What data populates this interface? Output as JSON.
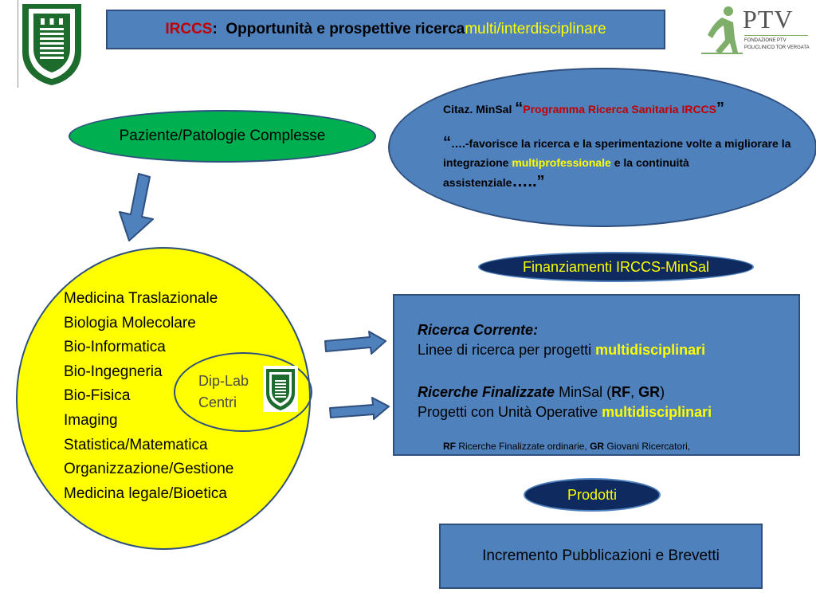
{
  "title": {
    "prefix": "IRCCS",
    "colon": ":",
    "main": "Opportunità e prospettive ricerca ",
    "highlight": "multi/interdisciplinare"
  },
  "logos": {
    "ptv_name": "PTV",
    "ptv_line1": "FONDAZIONE PTV",
    "ptv_line2": "POLICLINICO TOR VERGATA"
  },
  "patient": {
    "label": "Paziente/Patologie Complesse"
  },
  "quote": {
    "intro": "Citaz. MinSal ",
    "open_quote": "“",
    "program": "Programma Ricerca  Sanitaria  IRCCS",
    "close_quote": "”",
    "body_open": "“",
    "body_part1": "….-favorisce la ricerca e la sperimentazione volte a migliorare la integrazione ",
    "body_highlight": "multiprofessionale",
    "body_part2": " e la continuità assistenziale",
    "body_dots": "…..",
    "body_close": "”"
  },
  "disciplines": [
    "Medicina Traslazionale",
    "Biologia Molecolare",
    "Bio-Informatica",
    "Bio-Ingegneria",
    "Bio-Fisica",
    "Imaging",
    "Statistica/Matematica",
    "Organizzazione/Gestione",
    "Medicina legale/Bioetica"
  ],
  "dip": {
    "line1": "Dip-Lab",
    "line2": "Centri"
  },
  "funding": {
    "label": "Finanziamenti IRCCS-MinSal"
  },
  "research": {
    "corrente_title": "Ricerca Corrente:",
    "corrente_text": "Linee di ricerca per progetti ",
    "corrente_highlight": "multidisciplinari",
    "finalizzate_title": "Ricerche Finalizzate",
    "finalizzate_minsal": " MinSal (",
    "rf": "RF",
    "comma": ", ",
    "gr": "GR",
    "close_paren": ")",
    "finalizzate_text": "Progetti con Unità Operative ",
    "finalizzate_highlight": "multidisciplinari",
    "note_rf": "RF",
    "note_rf_text": " Ricerche Finalizzate ordinarie, ",
    "note_gr": "GR",
    "note_gr_text": " Giovani Ricercatori,"
  },
  "products": {
    "label": "Prodotti"
  },
  "publications": {
    "label": "Incremento Pubblicazioni e Brevetti"
  },
  "colors": {
    "box_blue": "#4f81bd",
    "navy": "#0f2a5e",
    "yellow": "#ffff00",
    "green": "#00b050",
    "logo_green": "#1e6b2e"
  }
}
